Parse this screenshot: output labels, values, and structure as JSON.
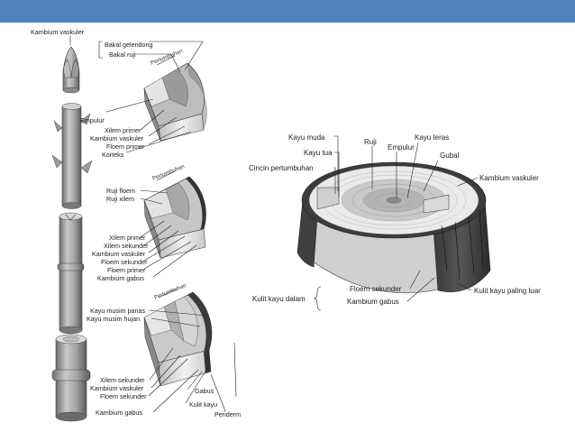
{
  "colors": {
    "header_bar": "#4f81bd"
  },
  "left": {
    "top_label": "Kambium vaskuler",
    "s1": {
      "growth": "Pertumbuhan",
      "labels": [
        "Bakal gelendong",
        "Bakal ruji",
        "Empulur",
        "Xilem primer",
        "Kambium vaskuler",
        "Floem primer",
        "Korteks"
      ]
    },
    "s2": {
      "growth": "Pertumbuhan",
      "labels": [
        "Ruji floem",
        "Ruji xilem",
        "Xilem primer",
        "Xilem sekunder",
        "Kambium vaskuler",
        "Floem sekunder",
        "Floem primer",
        "Kambium gabus"
      ]
    },
    "s3": {
      "growth": "Pertumbuhan",
      "labels": [
        "Kayu musim panas",
        "Kayu musim hujan",
        "Xilem sekunder",
        "Kambium vaskuler",
        "Floem sekunder",
        "Kambium gabus",
        "Gabus",
        "Kulit kayu",
        "Periderm"
      ]
    }
  },
  "right": {
    "labels": {
      "kayu_muda": "Kayu muda",
      "kayu_tua": "Kayu tua",
      "ruji": "Ruji",
      "empulur": "Empulur",
      "kayu_teras": "Kayu teras",
      "gubal": "Gubal",
      "cincin": "Cincin pertumbuhan",
      "kambium_vaskuler": "Kambium vaskuler",
      "kulit_dalam": "Kulit kayu dalam",
      "floem_sekunder": "Floem sekunder",
      "kambium_gabus": "Kambium gabus",
      "kulit_luar": "Kulit kayu paling luar"
    }
  }
}
